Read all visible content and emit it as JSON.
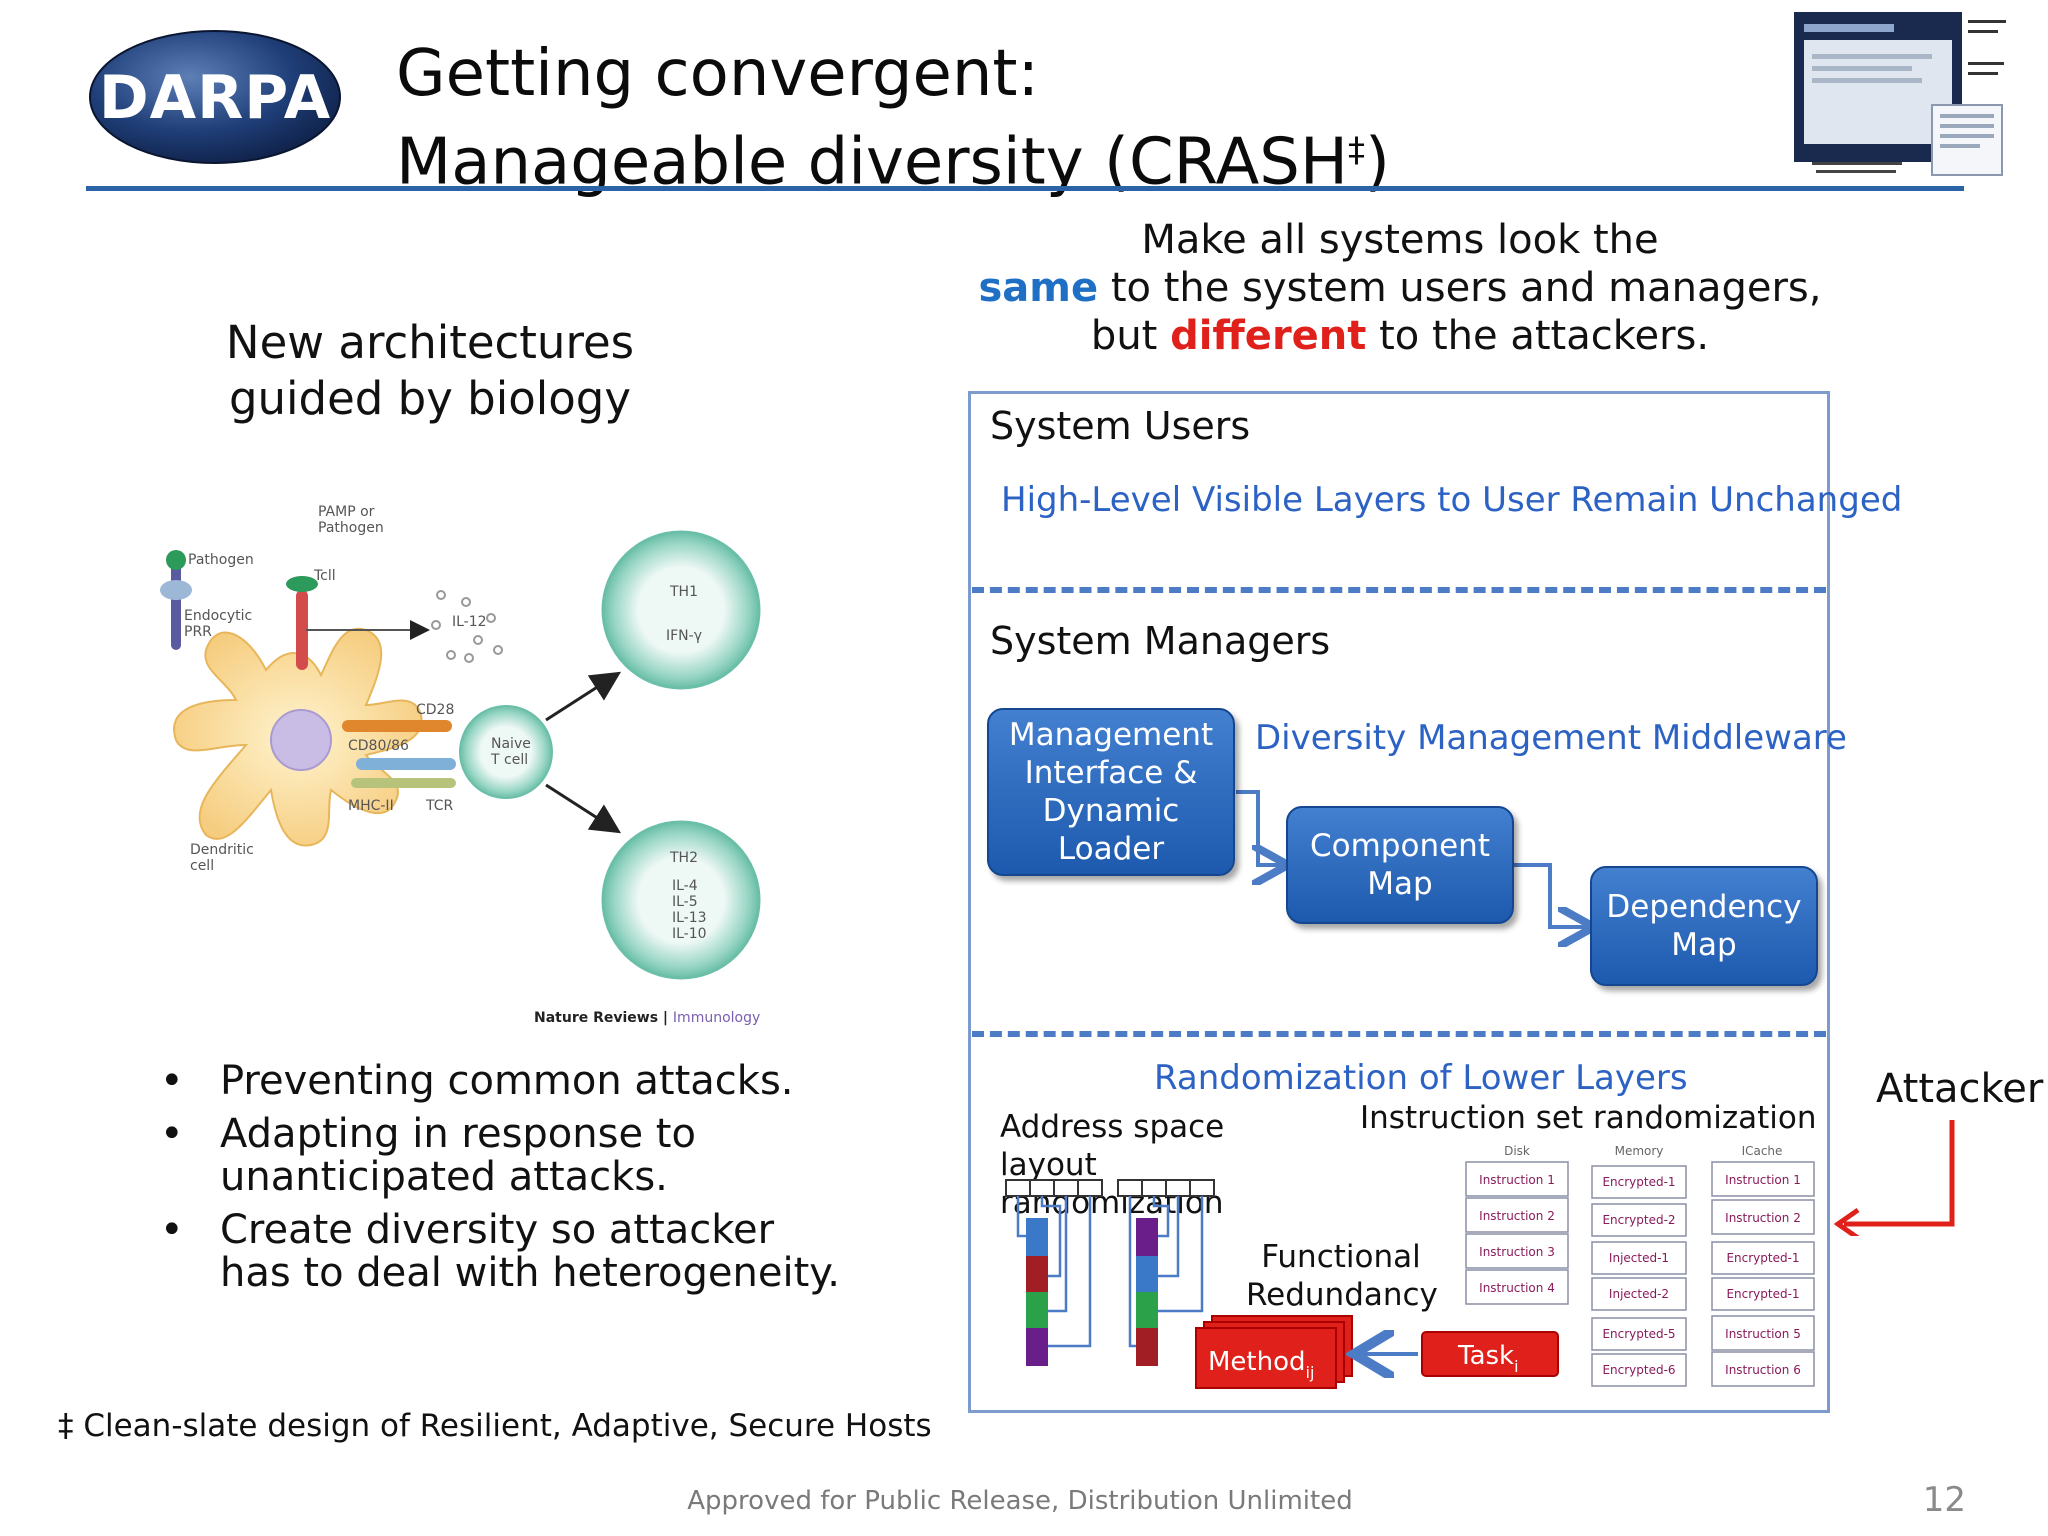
{
  "header": {
    "logo_text": "DARPA",
    "title_line1": "Getting convergent:",
    "title_line2": "Manageable diversity (CRASH",
    "title_dagger": "‡",
    "title_line2_end": ")"
  },
  "left": {
    "heading_line1": "New architectures",
    "heading_line2": "guided by biology",
    "figure": {
      "labels": {
        "pamp": [
          "PAMP or",
          "Pathogen"
        ],
        "pathogen": "Pathogen",
        "tcll": "Tcll",
        "endocytic": [
          "Endocytic",
          "PRR"
        ],
        "il12": "IL-12",
        "cd28": "CD28",
        "cd8086": "CD80/86",
        "naive": [
          "Naive",
          "T cell"
        ],
        "mhc": "MHC-II",
        "tcr": "TCR",
        "dendritic": [
          "Dendritic",
          "cell"
        ],
        "th1": "TH1",
        "ifn": "IFN-γ",
        "th2": "TH2",
        "th2_cytokines": [
          "IL-4",
          "IL-5",
          "IL-13",
          "IL-10"
        ]
      },
      "credit_bold": "Nature Reviews | ",
      "credit_light": "Immunology"
    },
    "bullets": [
      "Preventing common attacks.",
      "Adapting in response to unanticipated attacks.",
      "Create diversity so attacker has to deal with heterogeneity."
    ],
    "footnote": "‡ Clean-slate design of Resilient, Adaptive, Secure Hosts"
  },
  "right": {
    "tagline_line1": "Make all systems look the",
    "tagline_same": "same",
    "tagline_line2_rest": " to the system users and managers,",
    "tagline_but": "but ",
    "tagline_different": "different",
    "tagline_line3_rest": " to the attackers.",
    "users_title": "System Users",
    "users_subtitle": "High-Level Visible Layers to User Remain Unchanged",
    "managers_title": "System Managers",
    "middleware_label": "Diversity Management Middleware",
    "box_mgmt": "Management Interface & Dynamic Loader",
    "box_component": "Component Map",
    "box_dependency": "Dependency Map",
    "lower_title": "Randomization of Lower Layers",
    "aslr_label": "Address space layout randomization",
    "isr_label": "Instruction set randomization",
    "functional_label": "Functional Redundancy",
    "method_label": "Method",
    "method_sub": "ij",
    "task_label": "Task",
    "task_sub": "i",
    "isr_table": {
      "headers": [
        "Disk",
        "Memory",
        "ICache"
      ],
      "col1": [
        "Instruction 1",
        "Instruction 2",
        "Instruction 3",
        "Instruction 4"
      ],
      "col2": [
        "Encrypted-1",
        "Encrypted-2",
        "Injected-1",
        "Injected-2",
        "Encrypted-5",
        "Encrypted-6"
      ],
      "col3": [
        "Instruction 1",
        "Instruction 2",
        "Encrypted-1",
        "Encrypted-1",
        "Instruction 5",
        "Instruction 6"
      ]
    },
    "attacker_label": "Attacker",
    "colors": {
      "accent_blue": "#2c62c4",
      "red": "#e0211b",
      "box_blue": "#2a68bd"
    }
  },
  "footer": {
    "release": "Approved for Public Release, Distribution Unlimited",
    "page_number": "12"
  }
}
